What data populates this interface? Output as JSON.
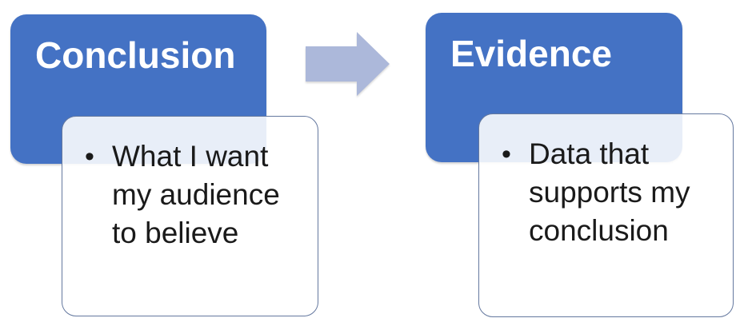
{
  "canvas": {
    "background": "#ffffff"
  },
  "colors": {
    "canvas_bg": "#ffffff",
    "step_fill": "#4472c4",
    "arrow_fill": "#acb8da",
    "card_border": "#64789f",
    "card_fill": "rgba(255,255,255,0.88)",
    "title_text": "#ffffff",
    "body_text": "#1a1a1a"
  },
  "diagram": {
    "type": "process-flow",
    "connector": {
      "shape": "right-arrow"
    },
    "steps": [
      {
        "title": "Conclusion",
        "bullet": "•",
        "body": "What I want\nmy audience\nto believe"
      },
      {
        "title": "Evidence",
        "bullet": "•",
        "body": "Data that\nsupports my\nconclusion"
      }
    ]
  }
}
